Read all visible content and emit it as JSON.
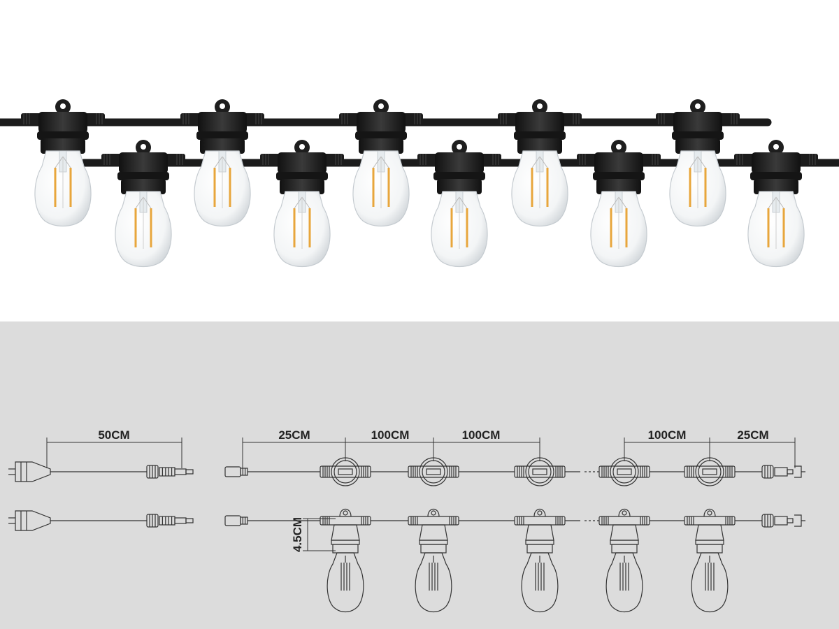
{
  "colors": {
    "photo_background": "#ffffff",
    "diagram_background": "#dcdcdc",
    "cable": "#1b1b1b",
    "socket": "#222222",
    "filament": "#e8a63c",
    "line_drawing": "#333333"
  },
  "dimensions": {
    "plug_lead": "50CM",
    "lead_to_first_socket": "25CM",
    "socket_spacing": "100CM",
    "last_socket_to_end": "25CM",
    "socket_height": "4.5CM"
  },
  "photo": {
    "upper_row_bulbs": 5,
    "lower_row_bulbs": 5
  },
  "diagram": {
    "top_row_view": "top",
    "bottom_row_view": "side",
    "sockets_per_row": 5
  }
}
